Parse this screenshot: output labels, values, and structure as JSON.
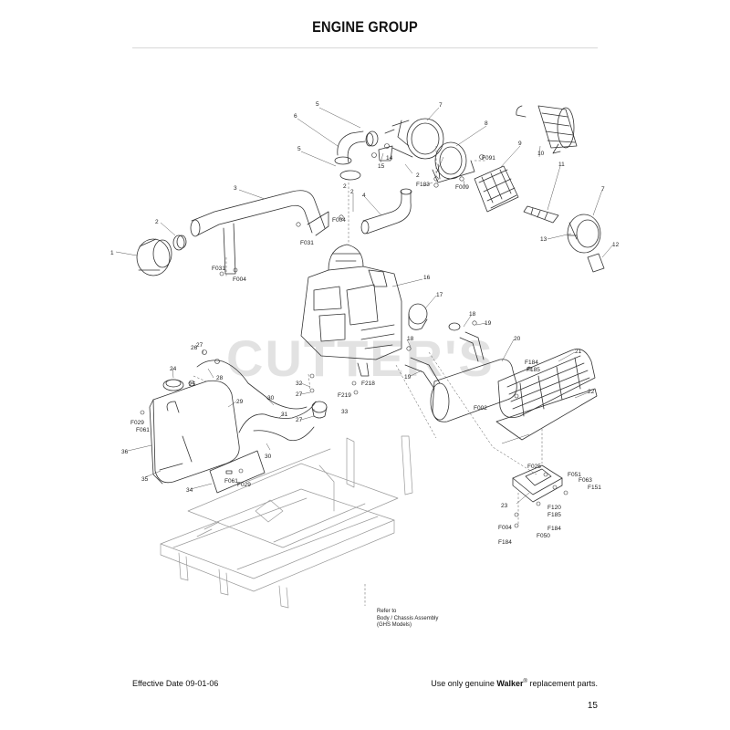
{
  "page": {
    "title": "ENGINE GROUP",
    "watermark": "CUTTER'S",
    "reference_note": [
      "Refer to",
      "Body / Chassis Assembly",
      "(GHS Models)"
    ],
    "effective_date": "Effective Date 09-01-06",
    "footer_pre": "Use only genuine ",
    "footer_brand": "Walker",
    "footer_reg": "®",
    "footer_post": " replacement parts.",
    "page_number": "15"
  },
  "callouts": {
    "c1": "1",
    "c2a": "2",
    "c2b": "2",
    "c2c": "2",
    "c2d": "2",
    "c3": "3",
    "c4": "4",
    "c5a": "5",
    "c5b": "5",
    "c6": "6",
    "c7a": "7",
    "c7b": "7",
    "c8": "8",
    "c9": "9",
    "c10": "10",
    "c11": "11",
    "c12": "12",
    "c13": "13",
    "c14": "14",
    "c15": "15",
    "c16": "16",
    "c17": "17",
    "c18a": "18",
    "c18b": "18",
    "c19a": "19",
    "c19b": "19",
    "c20": "20",
    "c21": "21",
    "c22": "22",
    "c23": "23",
    "c24": "24",
    "c25": "25",
    "c26": "26",
    "c27a": "27",
    "c27b": "27",
    "c27c": "27",
    "c28": "28",
    "c29": "29",
    "c30a": "30",
    "c30b": "30",
    "c31": "31",
    "c32": "32",
    "c33": "33",
    "c34": "34",
    "c35": "35",
    "c36": "36",
    "f091": "F091",
    "f183": "F183",
    "f009": "F009",
    "f004a": "F004",
    "f004b": "F004",
    "f031a": "F031",
    "f031b": "F031",
    "f218": "F218",
    "f219": "F219",
    "f184a": "F184",
    "f185a": "F185",
    "f002": "F002",
    "f025": "F025",
    "f051": "F051",
    "f063": "F063",
    "f151": "F151",
    "f120": "F120",
    "f185b": "F185",
    "f184b": "F184",
    "f004c": "F004",
    "f050": "F050",
    "f184c": "F184",
    "f029a": "F029",
    "f061a": "F061",
    "f061b": "F061",
    "f029b": "F029"
  }
}
